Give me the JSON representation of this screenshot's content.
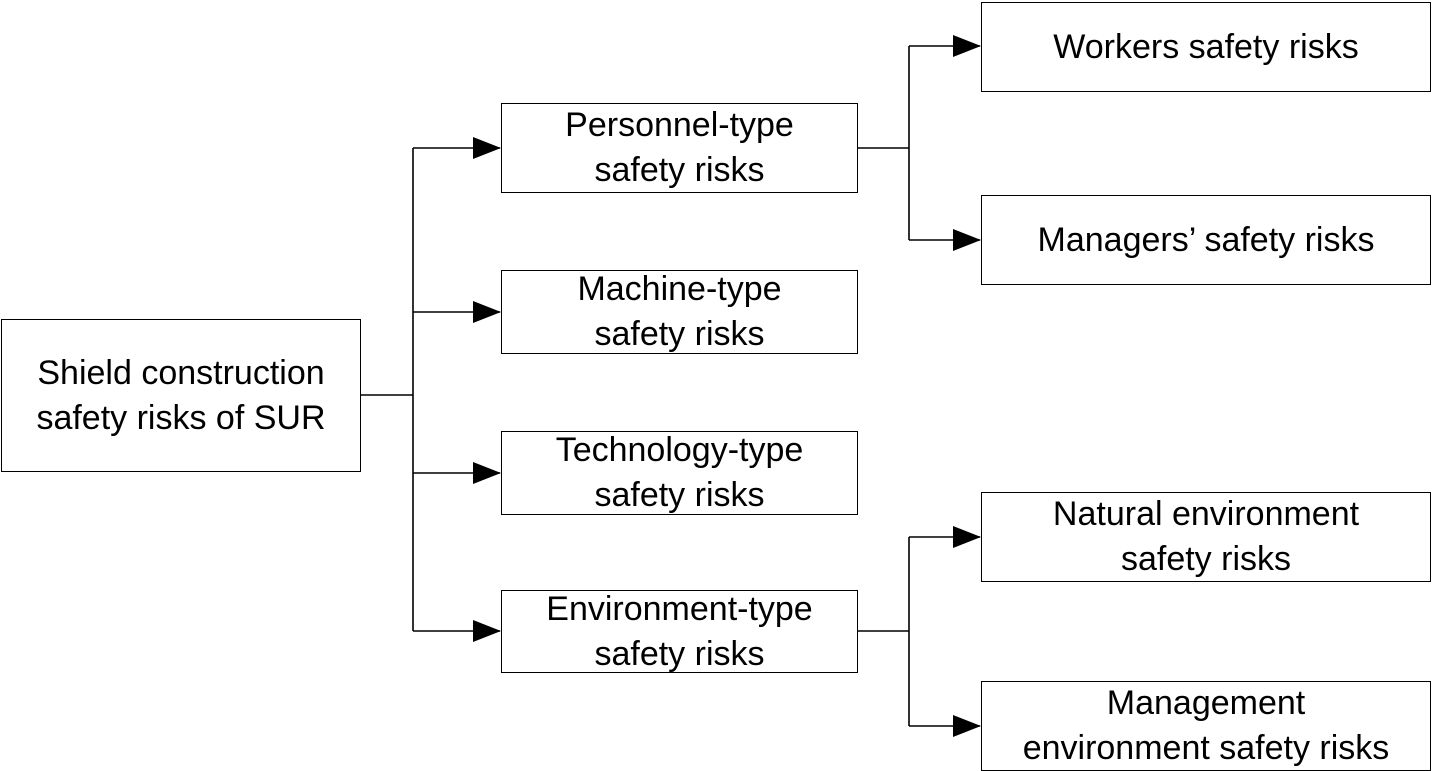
{
  "diagram": {
    "root": {
      "lines": [
        "Shield construction",
        "safety risks of SUR"
      ]
    },
    "branches": [
      {
        "lines": [
          "Personnel-type",
          "safety risks"
        ]
      },
      {
        "lines": [
          "Machine-type",
          "safety risks"
        ]
      },
      {
        "lines": [
          "Technology-type",
          "safety risks"
        ]
      },
      {
        "lines": [
          "Environment-type",
          "safety risks"
        ]
      }
    ],
    "leaves": [
      {
        "lines": [
          "Workers safety risks"
        ]
      },
      {
        "lines": [
          "Managers’ safety risks"
        ]
      },
      {
        "lines": [
          "Natural environment",
          "safety risks"
        ]
      },
      {
        "lines": [
          "Management",
          "environment safety risks"
        ]
      }
    ],
    "colors": {
      "stroke": "#000000",
      "background": "#ffffff",
      "text": "#000000"
    }
  }
}
